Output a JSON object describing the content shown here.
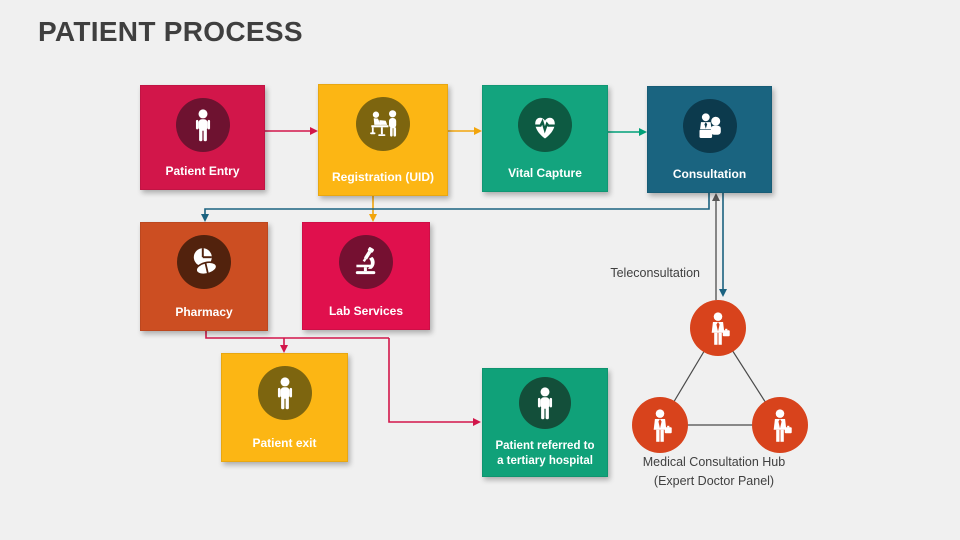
{
  "title": "PATIENT PROCESS",
  "labels": {
    "teleconsultation": "Teleconsultation"
  },
  "nodes": {
    "patient_entry": {
      "label": "Patient Entry",
      "bg": "#d2164a",
      "circle": "#6e1230",
      "icon": "person-icon"
    },
    "registration": {
      "label": "Registration (UID)",
      "bg": "#fcb614",
      "circle": "#7d650f",
      "icon": "registration-desk-icon"
    },
    "vital_capture": {
      "label": "Vital Capture",
      "bg": "#13a47e",
      "circle": "#0d5a42",
      "icon": "heart-ecg-icon"
    },
    "consultation": {
      "label": "Consultation",
      "bg": "#1a6480",
      "circle": "#0c3a4d",
      "icon": "doctor-patient-icon"
    },
    "pharmacy": {
      "label": "Pharmacy",
      "bg": "#cc4e22",
      "circle": "#52220d",
      "icon": "pills-icon"
    },
    "lab_services": {
      "label": "Lab Services",
      "bg": "#e0104d",
      "circle": "#751031",
      "icon": "microscope-icon"
    },
    "patient_exit": {
      "label": "Patient exit",
      "bg": "#fcb614",
      "circle": "#7d650f",
      "icon": "person-icon"
    },
    "patient_referred": {
      "label_line1": "Patient referred to",
      "label_line2": "a tertiary hospital",
      "bg": "#10a179",
      "circle": "#134f3a",
      "icon": "person-icon"
    }
  },
  "hub": {
    "label_line1": "Medical Consultation Hub",
    "label_line2": "(Expert Doctor Panel)",
    "circle_color": "#d8431c",
    "icon": "doctor-icon"
  },
  "palette": {
    "background": "#f0f0f0",
    "title_text": "#3f3f3f",
    "side_text": "#404040",
    "crimson_arrow": "#d2164a",
    "amber_arrow": "#f2a50c",
    "green_arrow": "#00a078",
    "teal_arrow": "#1b6280",
    "gray_arrow": "#595959",
    "triangle_line": "#4a4a4a"
  }
}
